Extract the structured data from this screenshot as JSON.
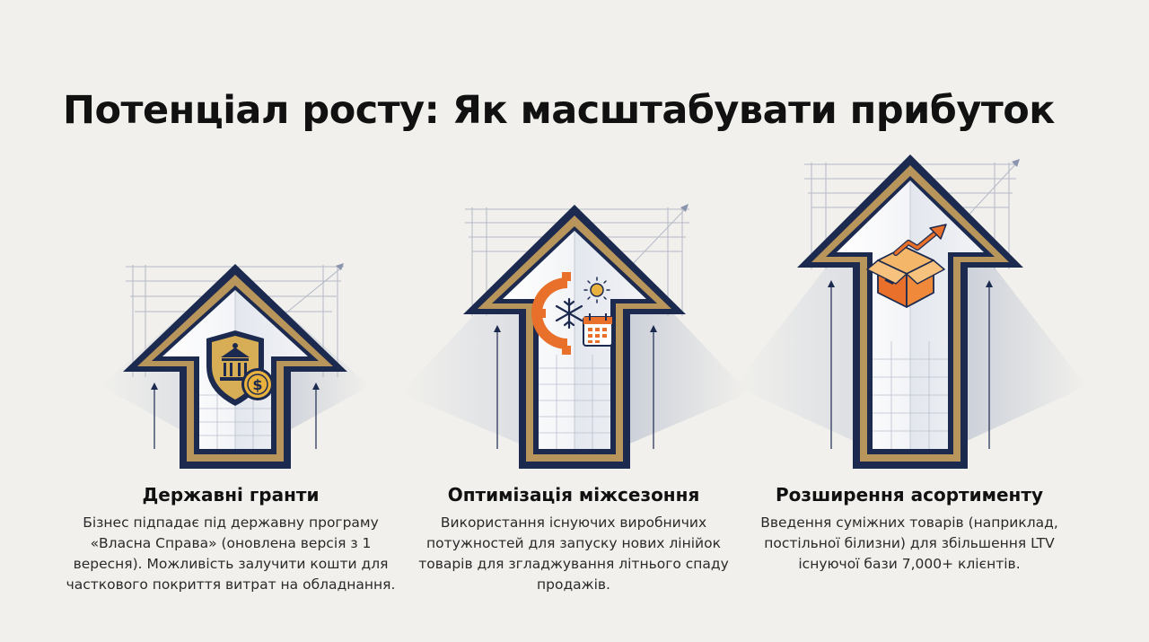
{
  "page": {
    "title": "Потенціал росту: Як масштабувати прибуток"
  },
  "colors": {
    "navy": "#1c2a4f",
    "gold": "#b8955a",
    "orange": "#e8702a",
    "background": "#f1f0ec"
  },
  "cards": [
    {
      "title": "Державні гранти",
      "text": "Бізнес підпадає під державну програму «Власна Справа» (оновлена версія з 1 вересня). Можливість залучити кошти для часткового покриття витрат на обладнання.",
      "icon": "government-shield-coin-icon"
    },
    {
      "title": "Оптимізація міжсезоння",
      "text": "Використання існуючих виробничих потужностей для запуску нових лінійок товарів для згладжування літнього спаду продажів.",
      "icon": "gear-snowflake-sun-calendar-icon"
    },
    {
      "title": "Розширення асортименту",
      "text": "Введення суміжних товарів (наприклад, постільної білизни) для збільшення LTV існуючої бази 7,000+ клієнтів.",
      "icon": "box-growth-arrow-icon"
    }
  ]
}
